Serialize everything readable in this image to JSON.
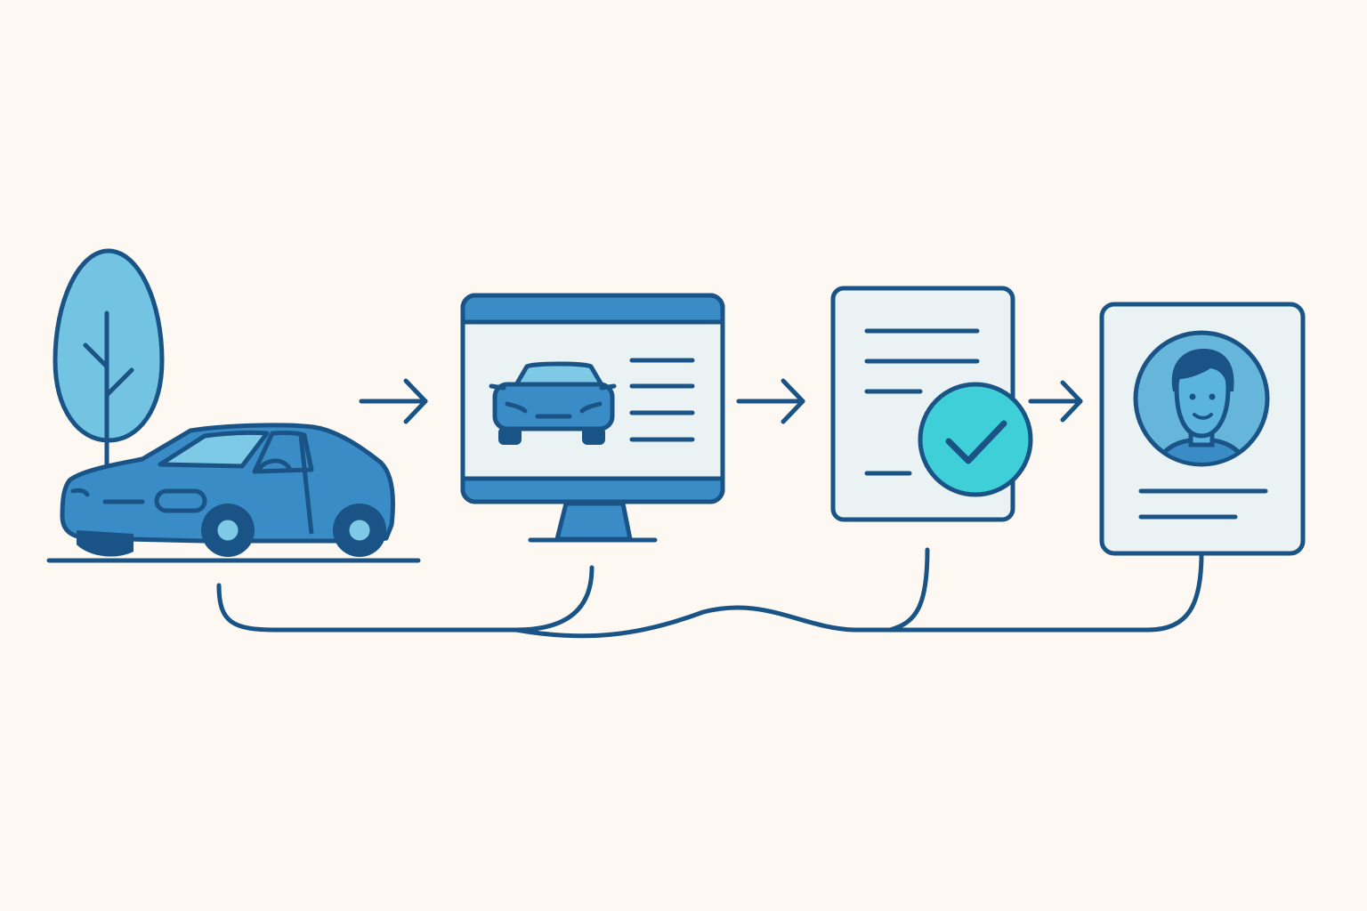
{
  "colors": {
    "background": "#fdf9f2",
    "stroke": "#1a5487",
    "car_body": "#3a8cc6",
    "car_glass": "#7ec9e6",
    "tree_fill": "#73c3e2",
    "panel_fill": "#eaf2f3",
    "monitor_blue": "#3a8cc6",
    "check_teal": "#3ecfd8",
    "avatar_ring": "#66b6dc",
    "avatar_skin": "#5ab4de",
    "avatar_shirt": "#3a8cc6"
  },
  "steps": [
    {
      "id": "vehicle",
      "icon": "car-with-tree-icon"
    },
    {
      "id": "online-listing",
      "icon": "monitor-listing-icon"
    },
    {
      "id": "document-verified",
      "icon": "verified-document-icon"
    },
    {
      "id": "profile",
      "icon": "profile-card-icon"
    }
  ],
  "connectors": [
    {
      "from": "vehicle",
      "to": "online-listing",
      "icon": "arrow-right-icon"
    },
    {
      "from": "online-listing",
      "to": "document-verified",
      "icon": "arrow-right-icon"
    },
    {
      "from": "document-verified",
      "to": "profile",
      "icon": "arrow-right-icon"
    }
  ],
  "link_line": {
    "icon": "connecting-line-icon"
  }
}
